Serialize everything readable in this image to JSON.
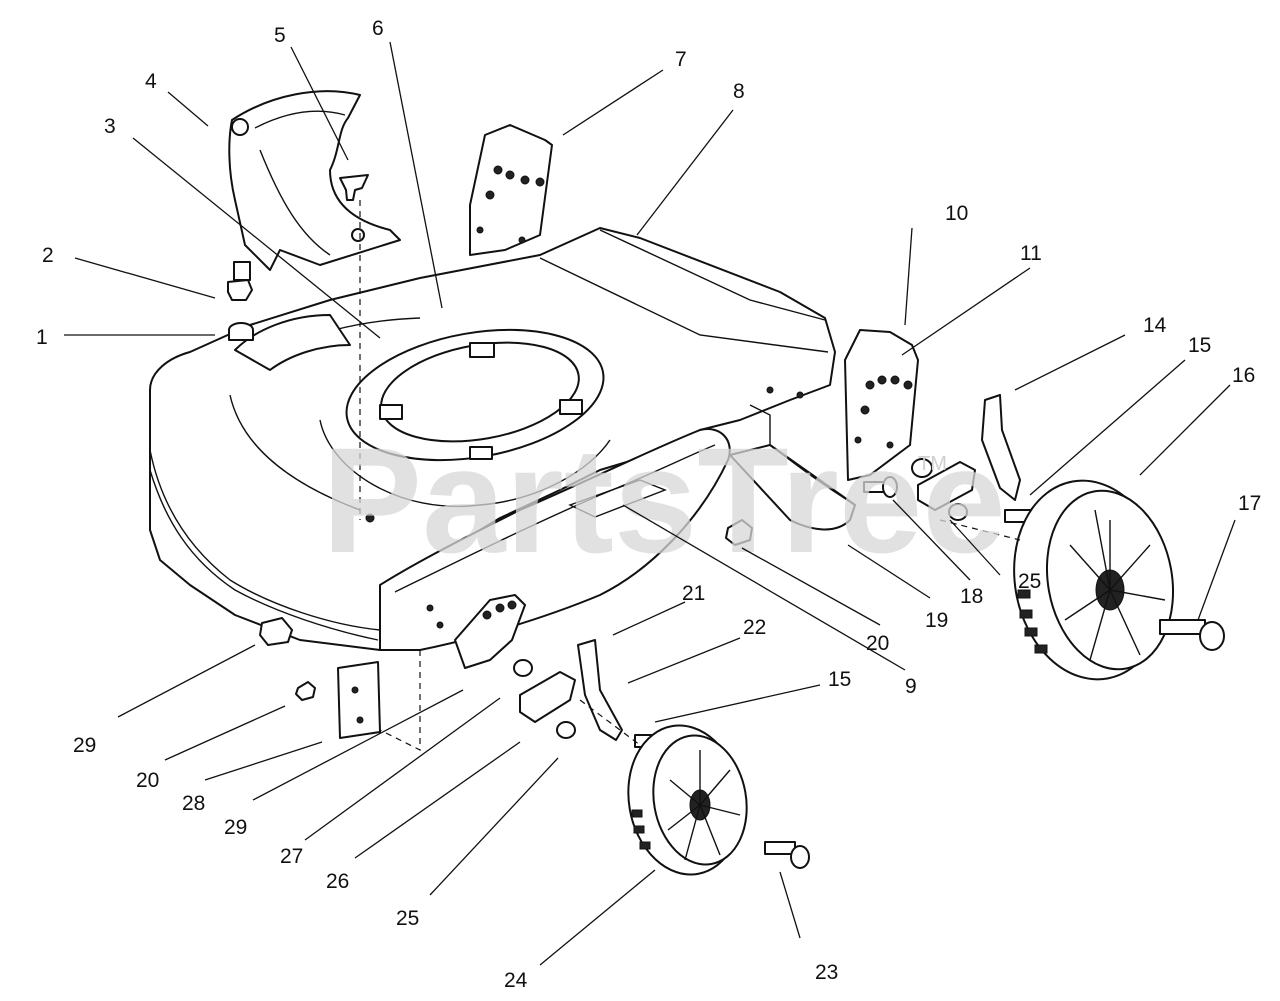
{
  "watermark": {
    "text": "PartsTree",
    "trademark": "TM"
  },
  "callouts": [
    {
      "id": "c1",
      "label": "1"
    },
    {
      "id": "c2",
      "label": "2"
    },
    {
      "id": "c3",
      "label": "3"
    },
    {
      "id": "c4",
      "label": "4"
    },
    {
      "id": "c5",
      "label": "5"
    },
    {
      "id": "c6",
      "label": "6"
    },
    {
      "id": "c7",
      "label": "7"
    },
    {
      "id": "c8",
      "label": "8"
    },
    {
      "id": "c9",
      "label": "9"
    },
    {
      "id": "c10",
      "label": "10"
    },
    {
      "id": "c11",
      "label": "11"
    },
    {
      "id": "c14",
      "label": "14"
    },
    {
      "id": "c15a",
      "label": "15"
    },
    {
      "id": "c15b",
      "label": "15"
    },
    {
      "id": "c16",
      "label": "16"
    },
    {
      "id": "c17",
      "label": "17"
    },
    {
      "id": "c18",
      "label": "18"
    },
    {
      "id": "c19",
      "label": "19"
    },
    {
      "id": "c20a",
      "label": "20"
    },
    {
      "id": "c20b",
      "label": "20"
    },
    {
      "id": "c21",
      "label": "21"
    },
    {
      "id": "c22",
      "label": "22"
    },
    {
      "id": "c23",
      "label": "23"
    },
    {
      "id": "c24",
      "label": "24"
    },
    {
      "id": "c25a",
      "label": "25"
    },
    {
      "id": "c25b",
      "label": "25"
    },
    {
      "id": "c26",
      "label": "26"
    },
    {
      "id": "c27",
      "label": "27"
    },
    {
      "id": "c28",
      "label": "28"
    },
    {
      "id": "c29a",
      "label": "29"
    },
    {
      "id": "c29b",
      "label": "29"
    }
  ]
}
